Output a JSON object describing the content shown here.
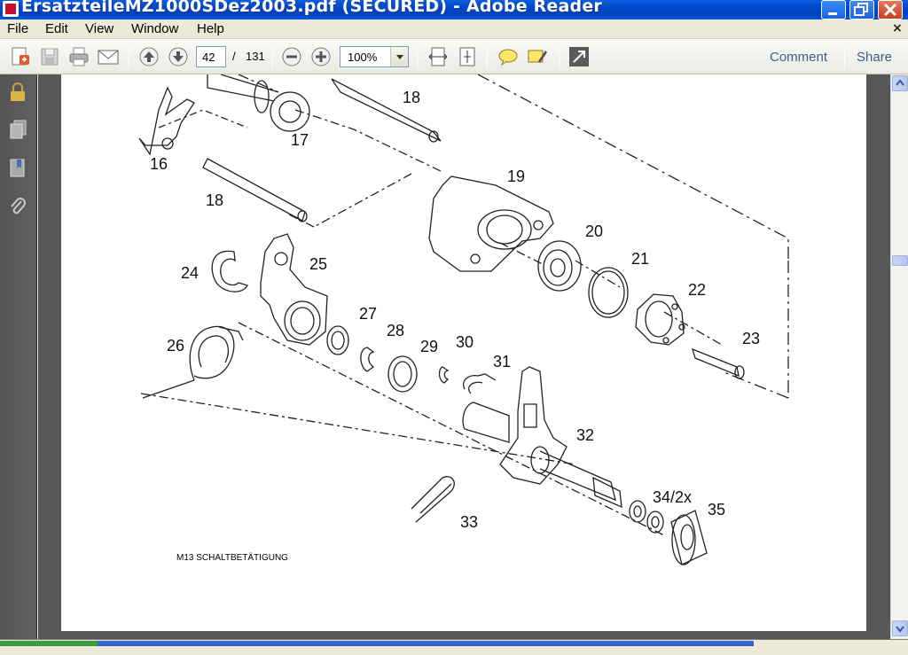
{
  "window": {
    "title": "ErsatzteileMZ1000SDez2003.pdf (SECURED) - Adobe Reader",
    "title_shown": "ErsatzteileMZ1000SDez2003.pdf (SECURED) - Adobe Reader"
  },
  "menu": {
    "items": [
      "File",
      "Edit",
      "View",
      "Window",
      "Help"
    ],
    "close": "×"
  },
  "toolbar": {
    "page_current": "42",
    "page_sep": "/",
    "page_total": "131",
    "zoom": "100%",
    "comment_label": "Comment",
    "share_label": "Share"
  },
  "navpanel": {
    "icons": [
      "lock-icon",
      "pages-icon",
      "bookmarks-icon",
      "attachments-icon"
    ]
  },
  "document": {
    "caption": "M13 SCHALTBETÄTIGUNG",
    "part_labels": [
      "18",
      "17",
      "16",
      "18",
      "19",
      "20",
      "21",
      "22",
      "23",
      "24",
      "25",
      "26",
      "27",
      "28",
      "29",
      "30",
      "31",
      "32",
      "33",
      "34/2x",
      "35"
    ]
  },
  "colors": {
    "title_bar": "#0046c8",
    "nav_panel": "#585858",
    "doc_background": "#585858",
    "link_text": "#3b5f8c"
  }
}
